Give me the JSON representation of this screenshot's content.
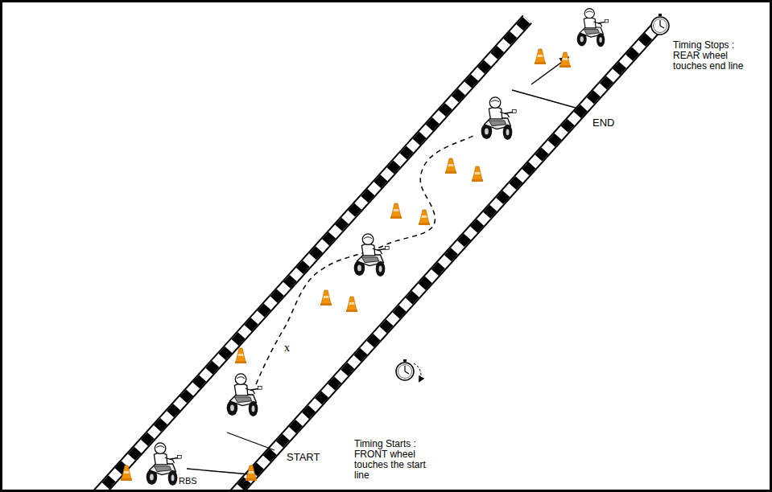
{
  "diagram": {
    "labels": [
      "END",
      "Timing Stops : REAR wheel touches end line",
      "x",
      "START",
      "Timing Starts : FRONT wheel touches the start line",
      "RBS"
    ]
  }
}
